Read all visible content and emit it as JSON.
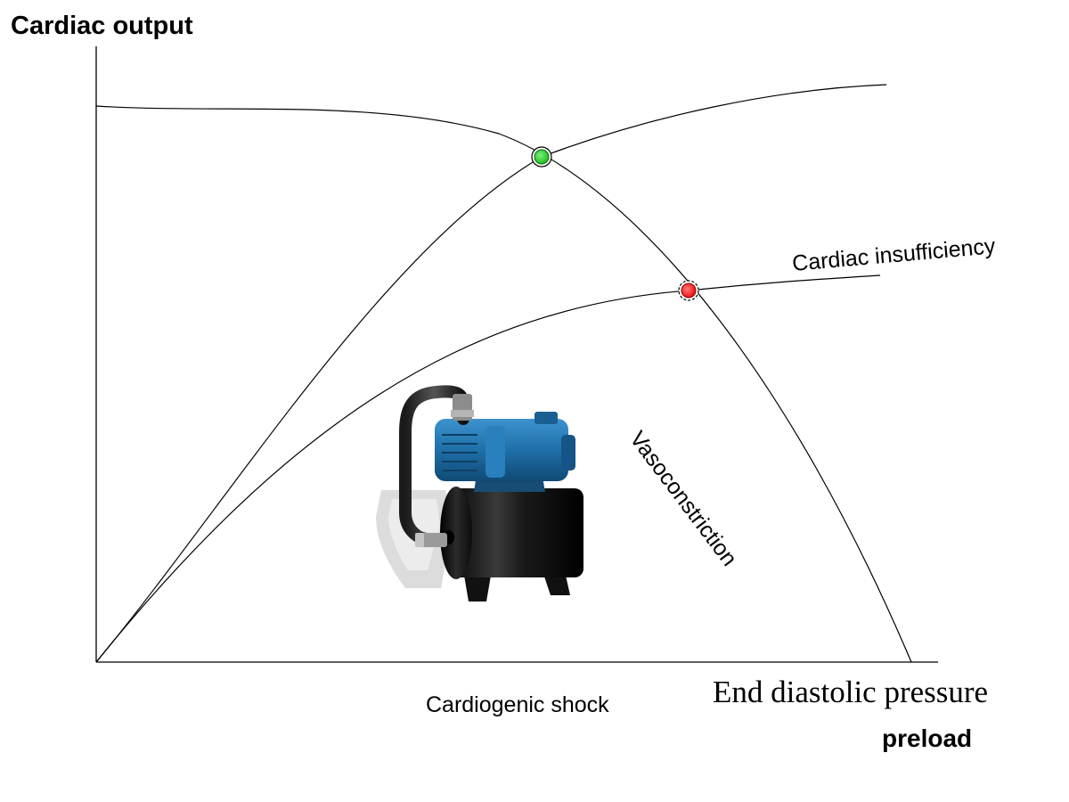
{
  "labels": {
    "y_axis": "Cardiac output",
    "x_axis_main": "End diastolic pressure",
    "x_axis_sub": "preload",
    "curve_insufficiency": "Cardiac insufficiency",
    "curve_vasoconstriction": "Vasoconstriction",
    "state_shock": "Cardiogenic shock"
  },
  "markers": {
    "normal_point_color": "#1fbf1f",
    "shock_point_color": "#ee1111"
  },
  "illustration": {
    "icon": "water-pump-icon",
    "pump_color": "#1f6fa8",
    "tank_color": "#1a1a1a"
  }
}
